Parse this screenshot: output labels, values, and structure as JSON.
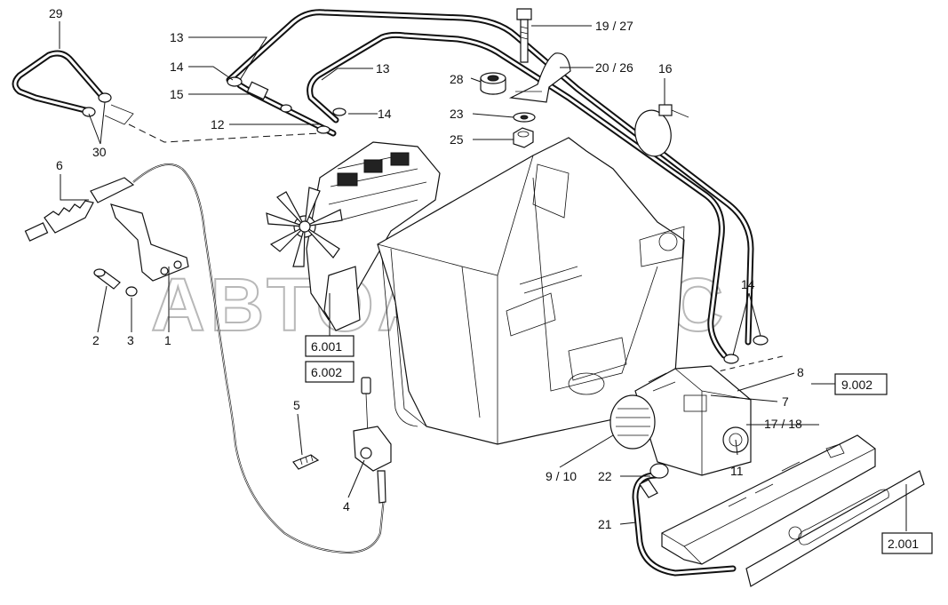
{
  "watermark": "АВТОАЛЬЯНС",
  "callouts": {
    "c29": "29",
    "c13a": "13",
    "c13b": "13",
    "c14a": "14",
    "c14b": "14",
    "c14c": "14",
    "c15": "15",
    "c12": "12",
    "c30": "30",
    "c6": "6",
    "c2": "2",
    "c3": "3",
    "c1": "1",
    "c1927": "19 / 27",
    "c2026": "20 / 26",
    "c16": "16",
    "c28": "28",
    "c23": "23",
    "c25": "25",
    "c5": "5",
    "c4": "4",
    "c8": "8",
    "c7": "7",
    "c1718": "17 / 18",
    "c11": "11",
    "c910": "9 / 10",
    "c22": "22",
    "c21": "21"
  },
  "refs": {
    "r6001": "6.001",
    "r6002": "6.002",
    "r9002": "9.002",
    "r2001": "2.001"
  }
}
